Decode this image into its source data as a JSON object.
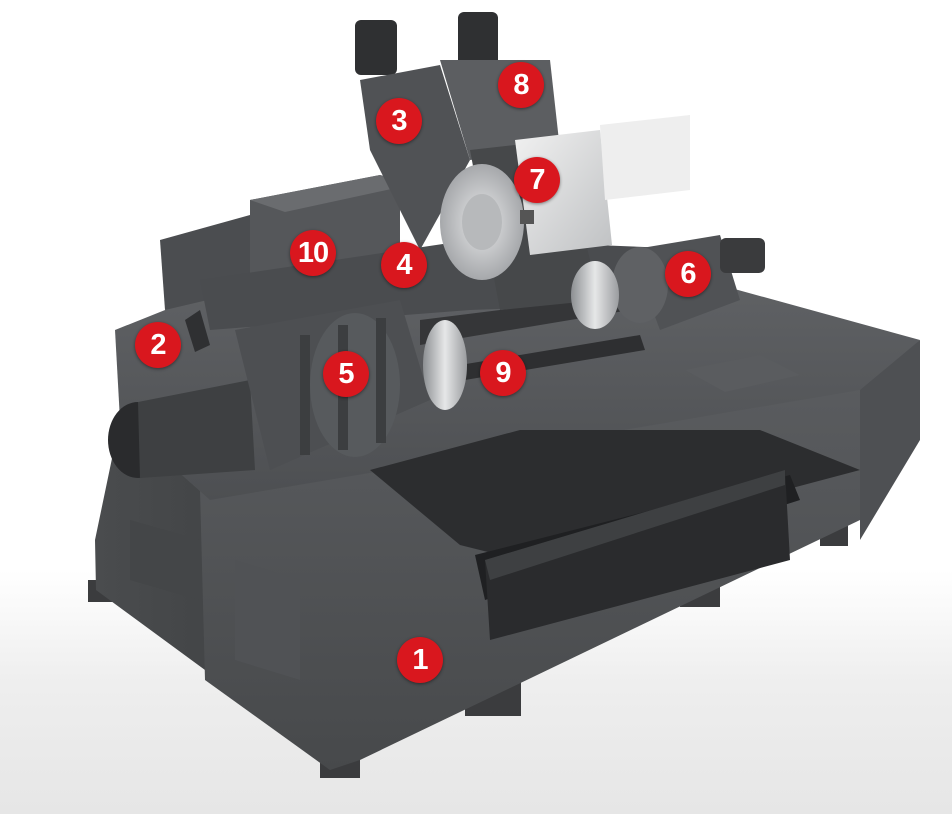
{
  "callouts": [
    {
      "id": "1",
      "label": "1"
    },
    {
      "id": "2",
      "label": "2"
    },
    {
      "id": "3",
      "label": "3"
    },
    {
      "id": "4",
      "label": "4"
    },
    {
      "id": "5",
      "label": "5"
    },
    {
      "id": "6",
      "label": "6"
    },
    {
      "id": "7",
      "label": "7"
    },
    {
      "id": "8",
      "label": "8"
    },
    {
      "id": "9",
      "label": "9"
    },
    {
      "id": "10",
      "label": "10"
    }
  ],
  "colors": {
    "callout": "#d9171e",
    "machine_dark": "#3a3b3d",
    "machine_mid": "#55575a",
    "machine_light": "#6e7073",
    "metal": "#c9cbcd",
    "background_bottom": "#e6e6e6"
  }
}
